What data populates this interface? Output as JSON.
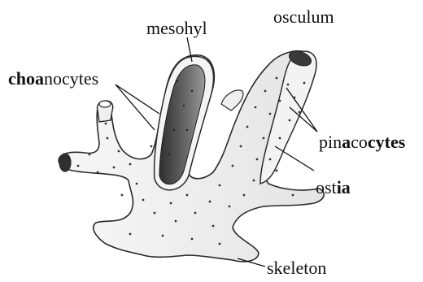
{
  "figure": {
    "labels": {
      "mesohyl": "mesohyl",
      "osculum": "osculum",
      "choanocytes_bold": "choa",
      "choanocytes_rest": "nocytes",
      "pinacocytes_a": "pin",
      "pinacocytes_b": "a",
      "pinacocytes_c": "co",
      "pinacocytes_d": "cytes",
      "ostia_a": "ost",
      "ostia_b": "ia",
      "skeleton": "skeleton"
    }
  },
  "colors": {
    "body_fill": "#f1f1f1",
    "outline": "#2a2a2a",
    "cut_interior_dark": "#4a4a4a",
    "dots": "#333333"
  }
}
